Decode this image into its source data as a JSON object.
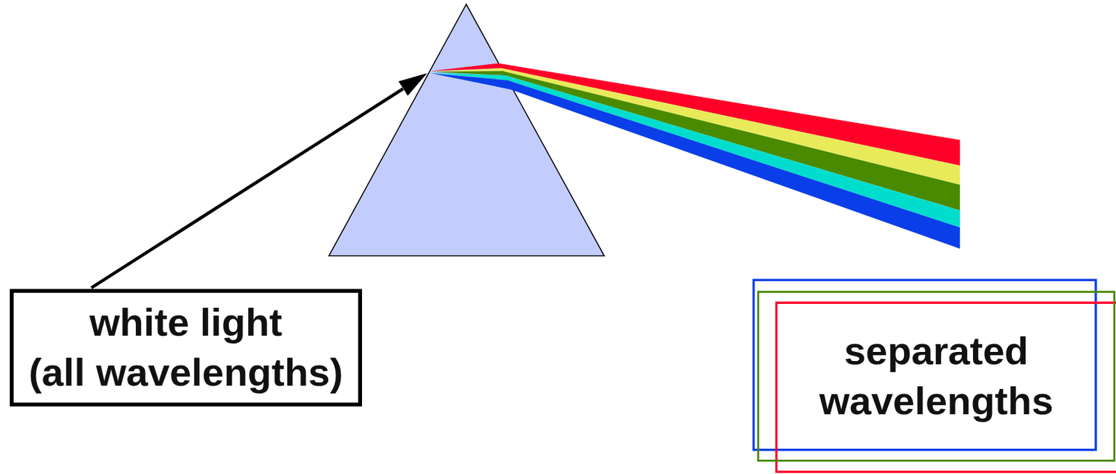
{
  "diagram": {
    "nodes": [
      {
        "text": [
          "white light",
          "(all wavelengths)"
        ]
      },
      {
        "text": [
          "separated wavelengths"
        ]
      }
    ]
  }
}
